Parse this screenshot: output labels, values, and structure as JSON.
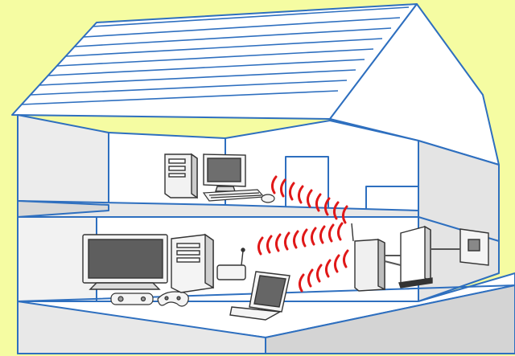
{
  "scene": {
    "subject": "home-wireless-network",
    "colors": {
      "background": "#f5fca2",
      "wall": "#ffffff",
      "shadow_wall": "#dcdcdc",
      "outline": "#2e6fbf",
      "signal": "#e01818",
      "device_body": "#f4f4f4",
      "device_dark": "#555555"
    },
    "objects": [
      {
        "name": "house-roof",
        "icon": "roof"
      },
      {
        "name": "upper-floor",
        "icon": "floor-slab"
      },
      {
        "name": "ground-floor",
        "icon": "floor-slab"
      },
      {
        "name": "desktop-tower-upstairs",
        "icon": "pc-tower-icon"
      },
      {
        "name": "crt-monitor",
        "icon": "monitor-icon"
      },
      {
        "name": "keyboard",
        "icon": "keyboard-icon"
      },
      {
        "name": "mouse",
        "icon": "mouse-icon"
      },
      {
        "name": "flat-screen-tv",
        "icon": "tv-icon"
      },
      {
        "name": "desktop-tower-downstairs",
        "icon": "pc-tower-icon"
      },
      {
        "name": "wireless-adapter",
        "icon": "antenna-icon"
      },
      {
        "name": "laptop",
        "icon": "laptop-icon"
      },
      {
        "name": "remote-control",
        "icon": "remote-icon"
      },
      {
        "name": "game-controller",
        "icon": "gamepad-icon"
      },
      {
        "name": "wireless-router",
        "icon": "router-icon"
      },
      {
        "name": "modem",
        "icon": "modem-icon"
      },
      {
        "name": "phone-wall-jack",
        "icon": "jack-icon"
      },
      {
        "name": "wifi-signal-waves",
        "icon": "wifi-signal-icon"
      }
    ]
  }
}
